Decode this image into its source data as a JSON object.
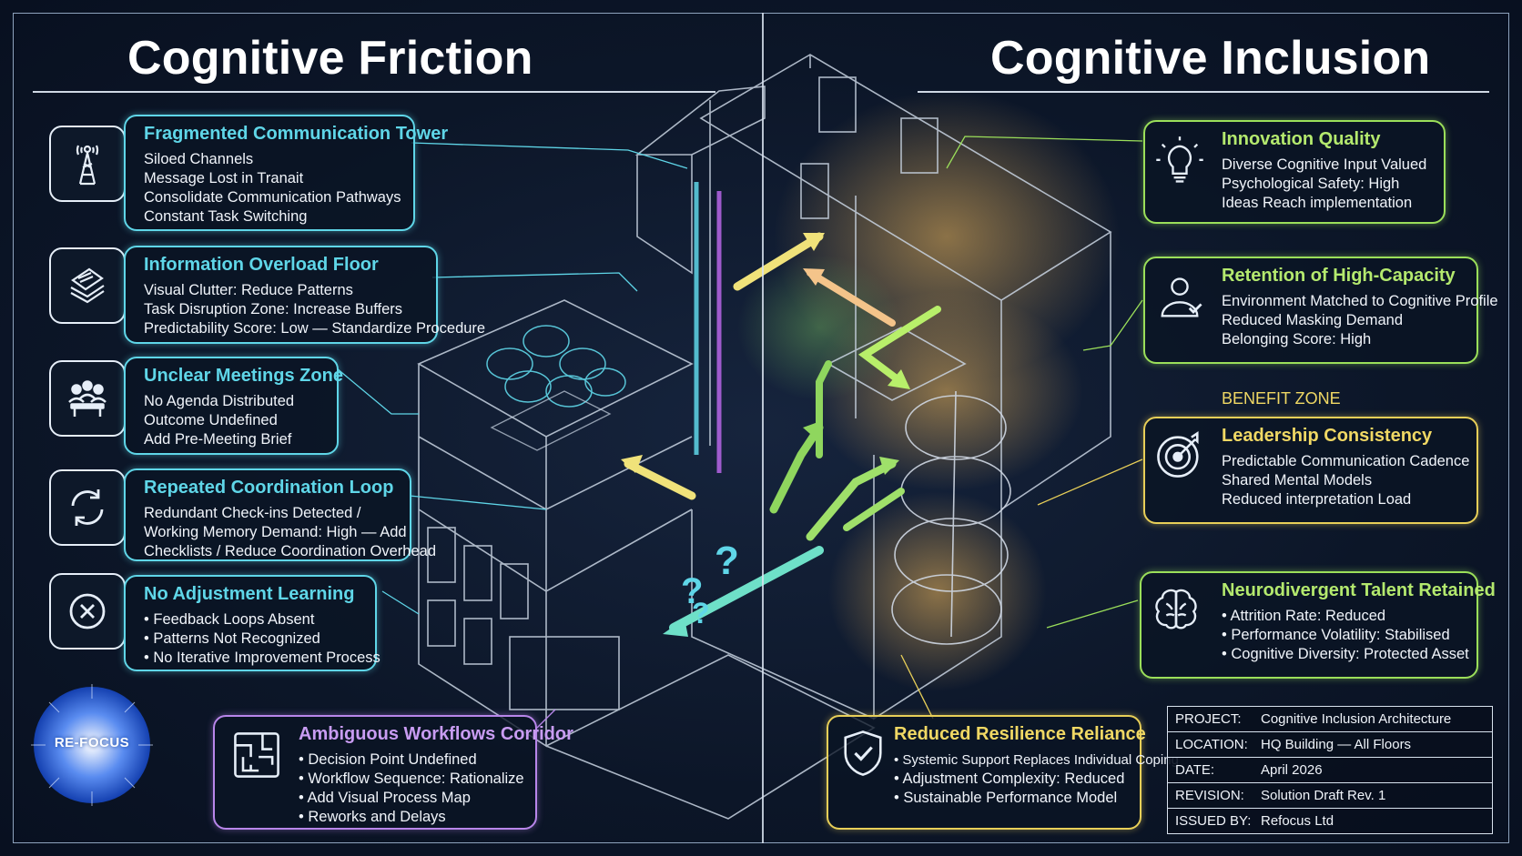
{
  "headers": {
    "left": "Cognitive Friction",
    "right": "Cognitive Inclusion"
  },
  "left_panels": [
    {
      "title": "Fragmented Communication Tower",
      "icon": "tower-icon",
      "lines": [
        "Siloed Channels",
        "Message Lost in Tranait",
        "Consolidate Communication Pathways",
        "Constant Task Switching"
      ]
    },
    {
      "title": "Information Overload Floor",
      "icon": "papers-icon",
      "lines": [
        "Visual Clutter: Reduce Patterns",
        "Task Disruption Zone: Increase Buffers",
        "Predictability Score: Low — Standardize Procedure"
      ]
    },
    {
      "title": "Unclear Meetings Zone",
      "icon": "meeting-icon",
      "lines": [
        "No Agenda Distributed",
        "Outcome Undefined",
        "Add Pre-Meeting Brief"
      ]
    },
    {
      "title": "Repeated Coordination Loop",
      "icon": "loop-icon",
      "lines": [
        "Redundant Check-ins Detected /",
        "Working Memory Demand: High — Add",
        "Checklists / Reduce Coordination Overhead"
      ]
    },
    {
      "title": "No Adjustment Learning",
      "icon": "x-circle-icon",
      "lines": [
        "• Feedback Loops Absent",
        "• Patterns Not Recognized",
        "• No Iterative Improvement Process"
      ]
    }
  ],
  "corridor_panel": {
    "title": "Ambiguous Workflows Corridor",
    "icon": "maze-icon",
    "lines": [
      "• Decision Point Undefined",
      "• Workflow Sequence: Rationalize",
      "• Add Visual Process Map",
      "• Reworks and Delays"
    ]
  },
  "right_panels": [
    {
      "title": "Innovation Quality",
      "icon": "lightbulb-icon",
      "lines": [
        "Diverse Cognitive Input Valued",
        "Psychological Safety: High",
        "Ideas Reach implementation"
      ]
    },
    {
      "title": "Retention of High-Capacity",
      "icon": "person-check-icon",
      "lines": [
        "Environment Matched to Cognitive Profile",
        "Reduced Masking Demand",
        "Belonging Score: High"
      ]
    },
    {
      "title": "Leadership Consistency",
      "icon": "target-icon",
      "lines": [
        "Predictable Communication Cadence",
        "Shared Mental Models",
        "Reduced interpretation Load"
      ]
    },
    {
      "title": "Neurodivergent Talent Retained",
      "icon": "brain-icon",
      "lines": [
        "• Attrition Rate: Reduced",
        "• Performance Volatility: Stabilised",
        "• Cognitive Diversity: Protected Asset"
      ]
    }
  ],
  "benefit_zone": "BENEFIT ZONE",
  "resilience_panel": {
    "title": "Reduced Resilience Reliance",
    "icon": "shield-check-icon",
    "lines": [
      "• Systemic Support Replaces Individual Coping",
      "• Adjustment Complexity: Reduced",
      "• Sustainable Performance Model"
    ]
  },
  "title_block": [
    {
      "key": "PROJECT:",
      "value": "Cognitive Inclusion Architecture"
    },
    {
      "key": "LOCATION:",
      "value": "HQ Building — All Floors"
    },
    {
      "key": "DATE:",
      "value": "April 2026"
    },
    {
      "key": "REVISION:",
      "value": "Solution Draft Rev. 1"
    },
    {
      "key": "ISSUED BY:",
      "value": "Refocus Ltd"
    }
  ],
  "logo_text": "RE-FOCUS",
  "question_marks": [
    "?",
    "?",
    "?"
  ],
  "colors": {
    "cyan": "#5fd6e8",
    "green": "#9bdf5a",
    "yellow": "#e8cf58",
    "purple": "#b886ea",
    "background": "#0c1628"
  }
}
